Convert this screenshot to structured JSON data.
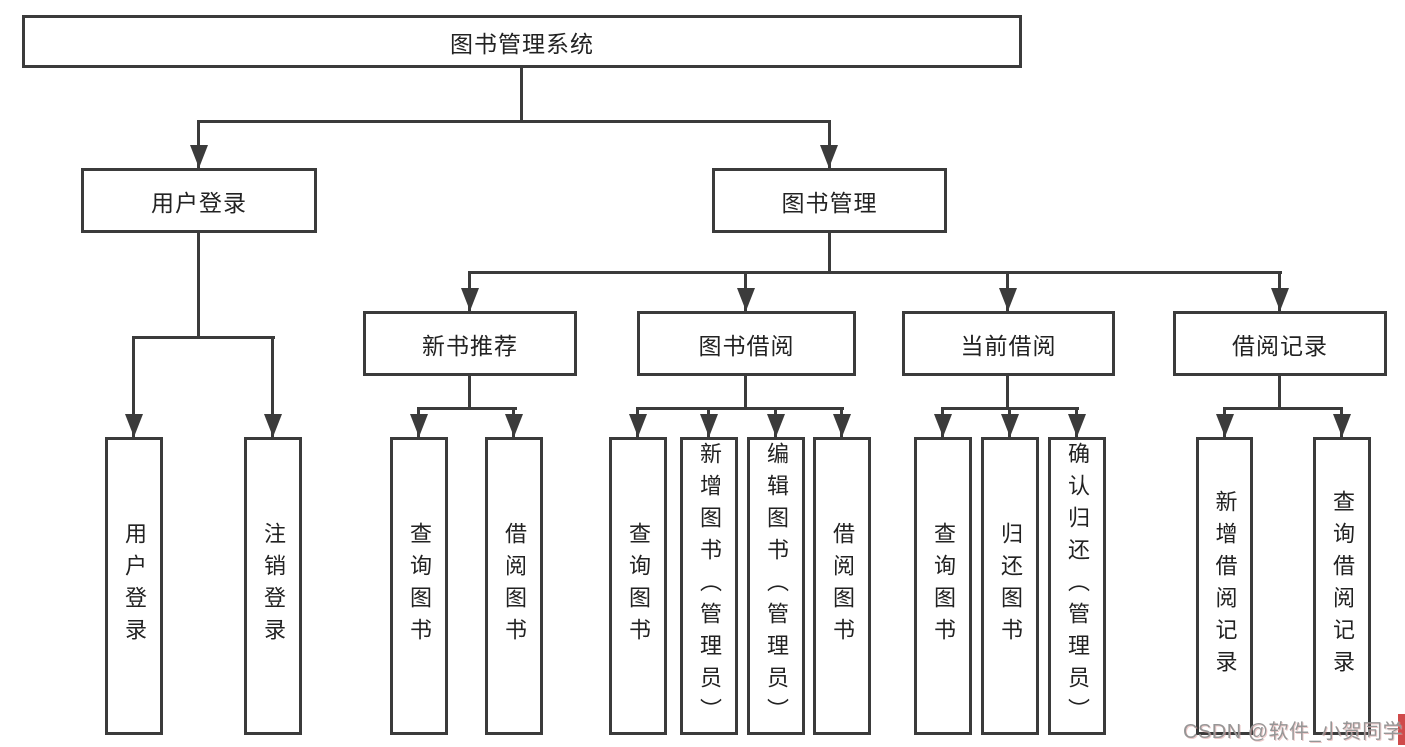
{
  "diagram": {
    "root": {
      "label": "图书管理系统"
    },
    "level2": [
      {
        "label": "用户登录"
      },
      {
        "label": "图书管理"
      }
    ],
    "level3": [
      {
        "label": "新书推荐"
      },
      {
        "label": "图书借阅"
      },
      {
        "label": "当前借阅"
      },
      {
        "label": "借阅记录"
      }
    ],
    "leaves": [
      {
        "label": "用户登录"
      },
      {
        "label": "注销登录"
      },
      {
        "label": "查询图书"
      },
      {
        "label": "借阅图书"
      },
      {
        "label": "查询图书"
      },
      {
        "label": "新增图书（管理员）"
      },
      {
        "label": "编辑图书（管理员）"
      },
      {
        "label": "借阅图书"
      },
      {
        "label": "查询图书"
      },
      {
        "label": "归还图书"
      },
      {
        "label": "确认归还（管理员）"
      },
      {
        "label": "新增借阅记录"
      },
      {
        "label": "查询借阅记录"
      }
    ]
  },
  "watermark": {
    "text": "CSDN @软件_小贺同学"
  },
  "colors": {
    "line": "#3b3b3b",
    "text": "#222222",
    "background": "#ffffff",
    "watermark_text": "#969696",
    "watermark_accent": "#cf4a4a"
  }
}
